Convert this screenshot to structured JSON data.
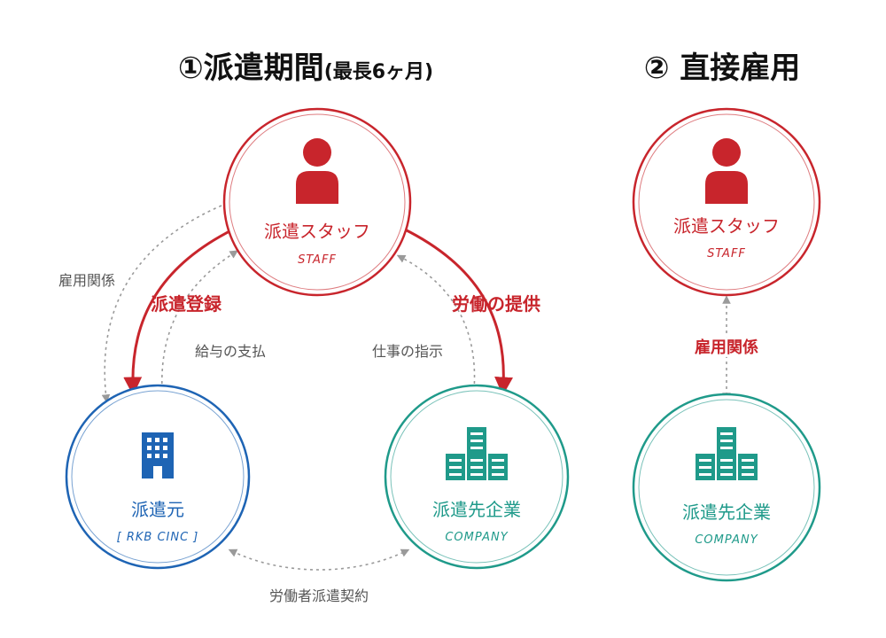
{
  "section1": {
    "heading_main": "①派遣期間",
    "heading_sub": "(最長6ヶ月)",
    "staff": {
      "label": "派遣スタッフ",
      "sublabel": "STAFF"
    },
    "dispatcher": {
      "label": "派遣元",
      "sublabel": "[ RKB CINC ]"
    },
    "company": {
      "label": "派遣先企業",
      "sublabel": "COMPANY"
    },
    "arrows": {
      "registration": "派遣登録",
      "labor_provision": "労働の提供",
      "employment_relation": "雇用関係",
      "salary_payment": "給与の支払",
      "work_instruction": "仕事の指示",
      "dispatch_contract": "労働者派遣契約"
    }
  },
  "section2": {
    "heading": "② 直接雇用",
    "staff": {
      "label": "派遣スタッフ",
      "sublabel": "STAFF"
    },
    "company": {
      "label": "派遣先企業",
      "sublabel": "COMPANY"
    },
    "relation": "雇用関係"
  },
  "colors": {
    "red": "#c8252c",
    "blue": "#1e64b4",
    "teal": "#1f9a8a",
    "gray": "#9a9a9a",
    "person_icon": "#c8252c",
    "building_icon_blue": "#1e64b4",
    "building_icon_teal": "#1f9a8a"
  },
  "icons": {
    "staff": "person-icon",
    "dispatcher": "office-building-icon",
    "company": "buildings-icon"
  }
}
